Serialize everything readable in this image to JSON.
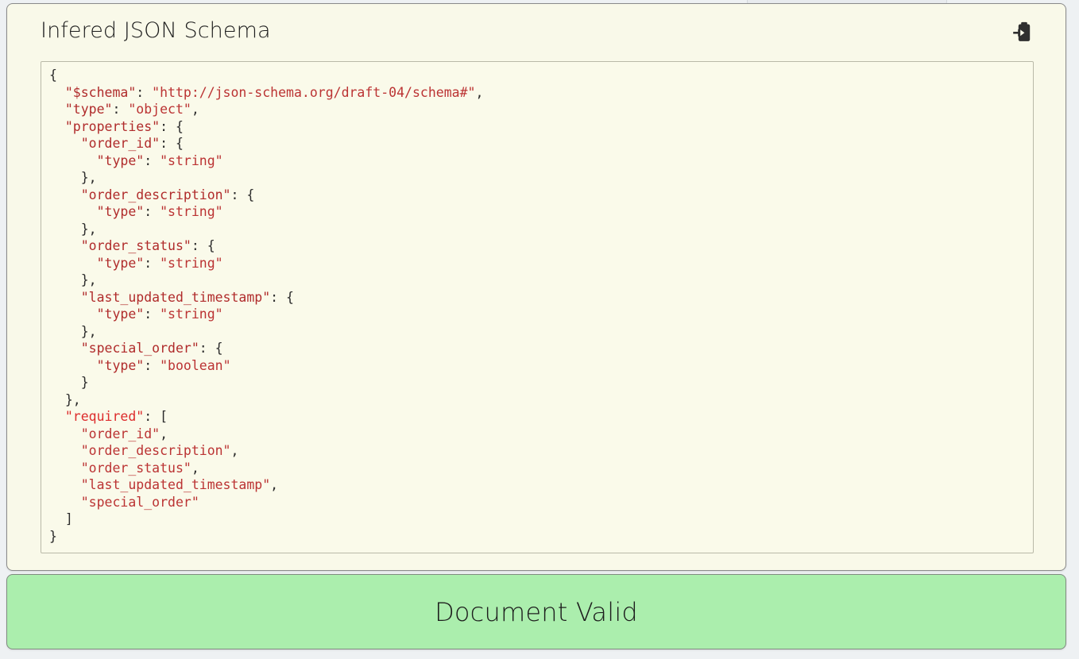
{
  "page": {
    "background_color": "#eef1f3"
  },
  "panel": {
    "title": "Infered JSON Schema",
    "background_color": "#f9f9e9",
    "border_color": "#8a8a8a",
    "paste_icon_name": "clipboard-paste-icon"
  },
  "code_box": {
    "background_color": "#fafaea",
    "border_color": "#b9b9a8",
    "language": "json",
    "key_color": "#b02b2b",
    "string_color": "#bb3333",
    "punct_color": "#2b2b2b",
    "lines": [
      "{",
      "  \"$schema\": \"http://json-schema.org/draft-04/schema#\",",
      "  \"type\": \"object\",",
      "  \"properties\": {",
      "    \"order_id\": {",
      "      \"type\": \"string\"",
      "    },",
      "    \"order_description\": {",
      "      \"type\": \"string\"",
      "    },",
      "    \"order_status\": {",
      "      \"type\": \"string\"",
      "    },",
      "    \"last_updated_timestamp\": {",
      "      \"type\": \"string\"",
      "    },",
      "    \"special_order\": {",
      "      \"type\": \"boolean\"",
      "    }",
      "  },",
      "  \"required\": [",
      "    \"order_id\",",
      "    \"order_description\",",
      "    \"order_status\",",
      "    \"last_updated_timestamp\",",
      "    \"special_order\"",
      "  ]",
      "}"
    ],
    "schema": {
      "$schema": "http://json-schema.org/draft-04/schema#",
      "type": "object",
      "properties": {
        "order_id": {
          "type": "string"
        },
        "order_description": {
          "type": "string"
        },
        "order_status": {
          "type": "string"
        },
        "last_updated_timestamp": {
          "type": "string"
        },
        "special_order": {
          "type": "boolean"
        }
      },
      "required": [
        "order_id",
        "order_description",
        "order_status",
        "last_updated_timestamp",
        "special_order"
      ]
    }
  },
  "status_banner": {
    "text": "Document Valid",
    "background_color": "#abeead",
    "border_color": "#808a80",
    "text_color": "#1d1d1d"
  }
}
